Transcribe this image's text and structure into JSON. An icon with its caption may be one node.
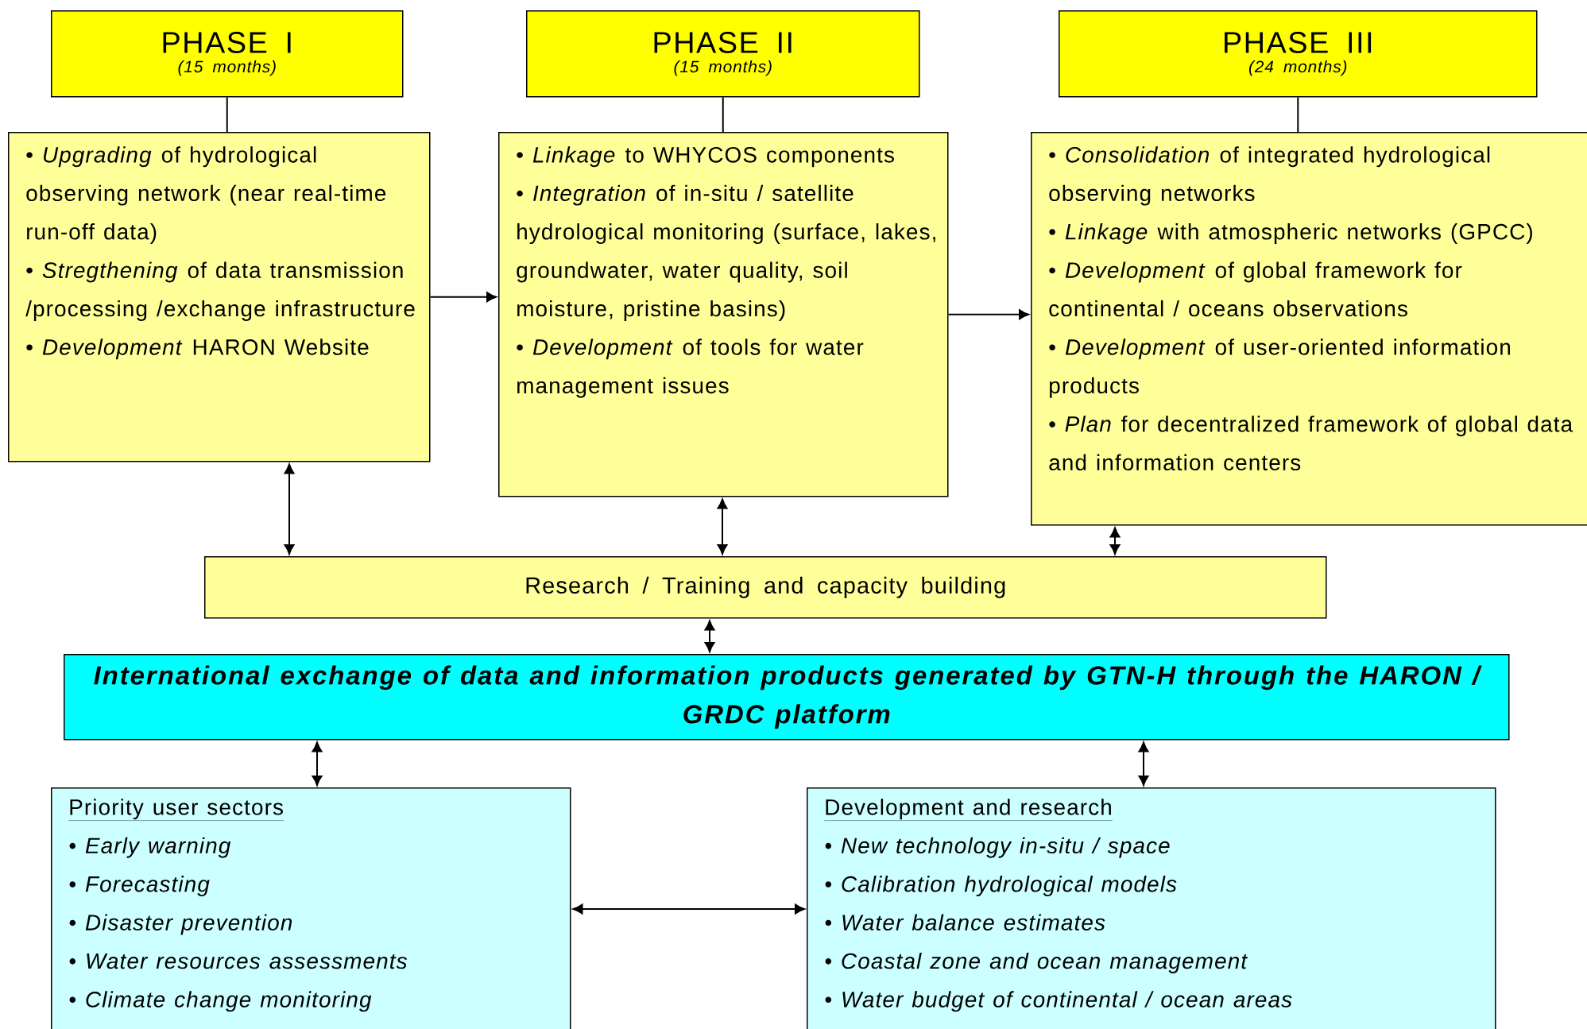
{
  "diagram": {
    "nodes": [
      {
        "text": [
          "PHASE I",
          "(15 months)"
        ]
      },
      {
        "text": [
          "PHASE II",
          "(15 months)"
        ]
      },
      {
        "text": [
          "PHASE III",
          "(24 months)"
        ]
      },
      {
        "text": [
          "• *Upgrading* of hydrological observing network (near real-time run-off data)",
          "• *Stregthening* of data transmission /processing /exchange infrastructure",
          "• *Development* HARON Website"
        ]
      },
      {
        "text": [
          "• *Linkage* to WHYCOS components",
          "• *Integration* of in-situ / satellite hydrological monitoring (surface, lakes, groundwater, water quality, soil moisture, pristine basins)",
          "• *Development* of tools for water management issues"
        ]
      },
      {
        "text": [
          "• *Consolidation* of integrated hydrological observing networks",
          "• *Linkage* with atmospheric networks (GPCC)",
          "• *Development* of global framework for continental / oceans observations",
          "• *Development* of user-oriented information products",
          "• *Plan* for decentralized framework of global data and information centers"
        ]
      },
      {
        "text": [
          "Research / Training and capacity building"
        ]
      },
      {
        "text": [
          "International exchange of data and information products generated by GTN-H through the HARON / GRDC platform"
        ]
      },
      {
        "text": [
          "Priority user sectors",
          "• Early warning",
          "• Forecasting",
          "• Disaster prevention",
          "• Water resources assessments",
          "• Climate change monitoring"
        ]
      },
      {
        "text": [
          "Development and research",
          "• New technology in-situ / space",
          "• Calibration hydrological models",
          "• Water balance estimates",
          "• Coastal zone and ocean management",
          "• Water budget of continental / ocean areas"
        ]
      }
    ],
    "edges": [
      {
        "from": 0,
        "to": 3,
        "arrow": "none"
      },
      {
        "from": 1,
        "to": 4,
        "arrow": "none"
      },
      {
        "from": 2,
        "to": 5,
        "arrow": "none"
      },
      {
        "from": 3,
        "to": 4,
        "arrow": "to"
      },
      {
        "from": 4,
        "to": 5,
        "arrow": "to"
      },
      {
        "from": 3,
        "to": 6,
        "arrow": "both"
      },
      {
        "from": 4,
        "to": 6,
        "arrow": "both"
      },
      {
        "from": 5,
        "to": 6,
        "arrow": "both"
      },
      {
        "from": 6,
        "to": 7,
        "arrow": "both"
      },
      {
        "from": 7,
        "to": 8,
        "arrow": "both"
      },
      {
        "from": 7,
        "to": 9,
        "arrow": "both"
      },
      {
        "from": 8,
        "to": 9,
        "arrow": "both"
      }
    ]
  }
}
